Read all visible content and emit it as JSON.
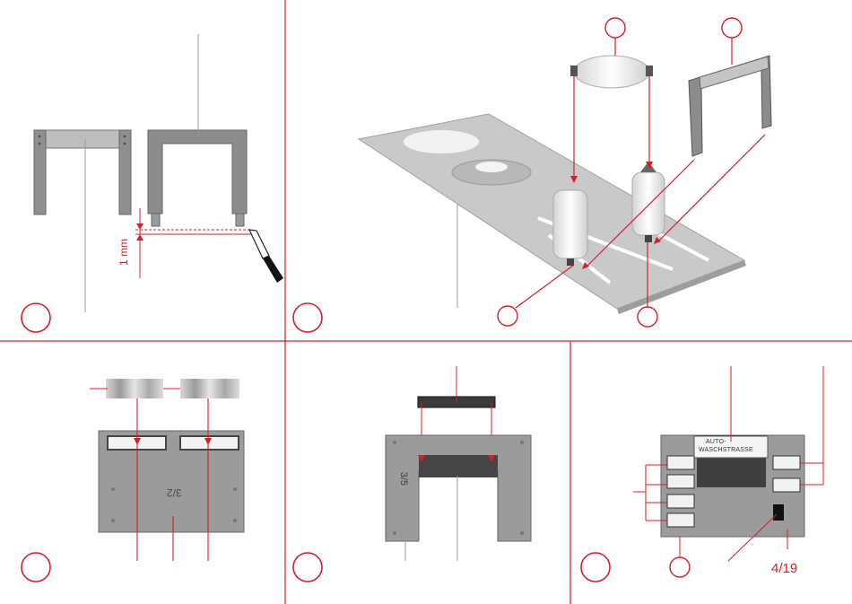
{
  "dimension_label": "1 mm",
  "page_reference": "4/19",
  "sign_text": {
    "line1": "AUTO-",
    "line2": "WASCHSTRASSE"
  },
  "part_marks": {
    "panel_a": "3/2",
    "panel_b": "3/5"
  },
  "colors": {
    "accent_red": "#d0202a",
    "part_grey": "#8a8a8a",
    "base_grey": "#c8c8c8"
  }
}
